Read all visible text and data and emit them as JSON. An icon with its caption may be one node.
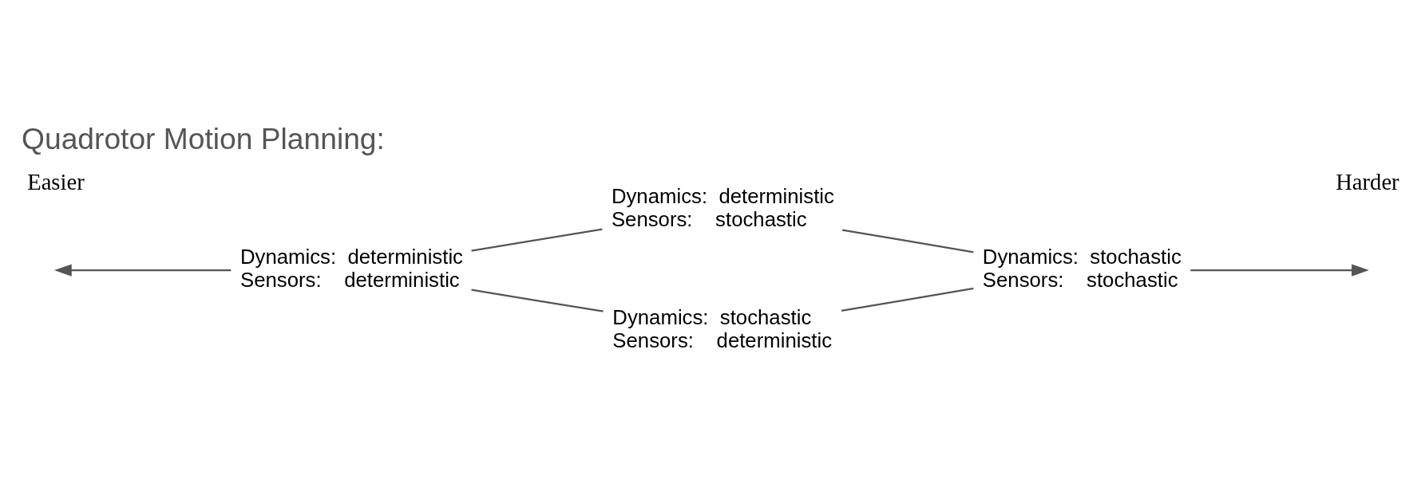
{
  "diagram": {
    "title": "Quadrotor Motion Planning:",
    "nodes": [
      {
        "text": [
          "Dynamics:  deterministic",
          "Sensors:    deterministic"
        ]
      },
      {
        "text": [
          "Dynamics:  deterministic",
          "Sensors:    stochastic"
        ]
      },
      {
        "text": [
          "Dynamics:  stochastic",
          "Sensors:    deterministic"
        ]
      },
      {
        "text": [
          "Dynamics:  stochastic",
          "Sensors:    stochastic"
        ]
      }
    ],
    "edges": [
      {
        "from": 0,
        "to": null,
        "arrow": "to"
      },
      {
        "from": 0,
        "to": 1,
        "arrow": "none"
      },
      {
        "from": 0,
        "to": 2,
        "arrow": "none"
      },
      {
        "from": 1,
        "to": 3,
        "arrow": "none"
      },
      {
        "from": 2,
        "to": 3,
        "arrow": "none"
      },
      {
        "from": 3,
        "to": null,
        "arrow": "to"
      }
    ],
    "labels": [
      "Easier",
      "Harder"
    ]
  }
}
